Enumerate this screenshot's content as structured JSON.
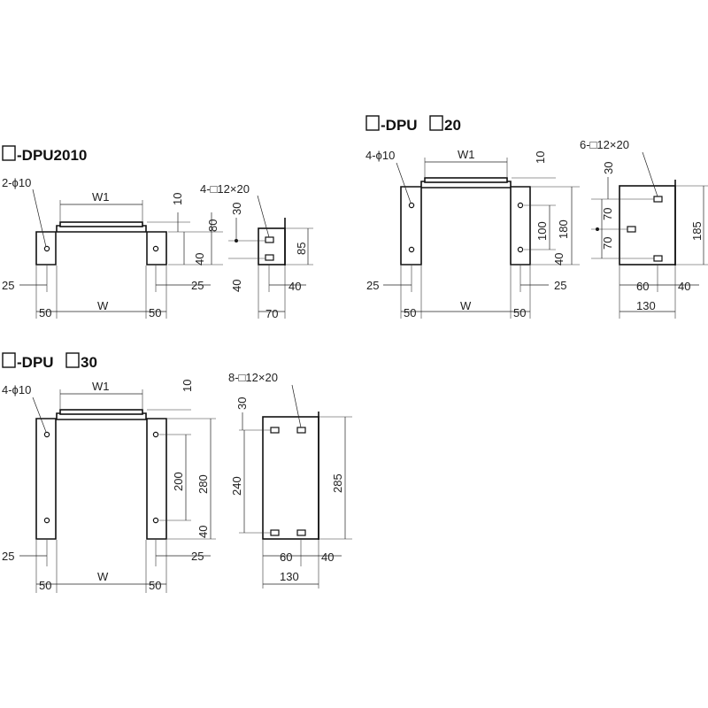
{
  "sections": {
    "dpu2010": {
      "title": "-DPU2010",
      "hole_label": "2-ϕ10",
      "slot_label": "4-□12×20",
      "dims": {
        "w1": "W1",
        "w": "W",
        "d10": "10",
        "d80": "80",
        "d40": "40",
        "d30": "30",
        "d85": "85",
        "d40b": "40",
        "d40c": "40",
        "d25l": "25",
        "d25r": "25",
        "d50l": "50",
        "d50r": "50",
        "d70": "70"
      }
    },
    "dpu20": {
      "title": "-DPU",
      "title_suffix": "20",
      "hole_label": "4-ϕ10",
      "slot_label": "6-□12×20",
      "dims": {
        "w1": "W1",
        "w": "W",
        "d10": "10",
        "d100": "100",
        "d180": "180",
        "d40": "40",
        "d30": "30",
        "d70a": "70",
        "d70b": "70",
        "d185": "185",
        "d25l": "25",
        "d25r": "25",
        "d50l": "50",
        "d50r": "50",
        "d60": "60",
        "d40r": "40",
        "d130": "130"
      }
    },
    "dpu30": {
      "title": "-DPU",
      "title_suffix": "30",
      "hole_label": "4-ϕ10",
      "slot_label": "8-□12×20",
      "dims": {
        "w1": "W1",
        "w": "W",
        "d10": "10",
        "d200": "200",
        "d280": "280",
        "d40": "40",
        "d30": "30",
        "d240": "240",
        "d285": "285",
        "d25l": "25",
        "d25r": "25",
        "d50l": "50",
        "d50r": "50",
        "d60": "60",
        "d40r": "40",
        "d130": "130"
      }
    }
  },
  "colors": {
    "line": "#111111",
    "background": "#ffffff"
  }
}
